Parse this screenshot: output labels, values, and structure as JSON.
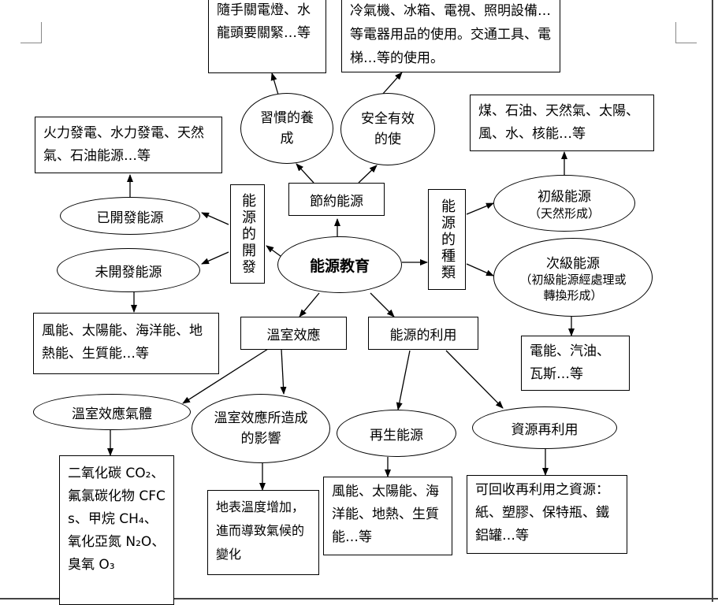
{
  "center": "能源教育",
  "habit_node": "習慣的養成",
  "safe_node": "安全有效的使",
  "habit_box": "隨手關電燈、水龍頭要關緊…等",
  "safe_box": "冷氣機、冰箱、電視、照明設備…等電器用品的使用。交通工具、電梯…等的使用。",
  "save_energy": "節約能源",
  "dev_label": "能源的開發",
  "types_label": "能源的種類",
  "developed": "已開發能源",
  "developed_box": "火力發電、水力發電、天然氣、石油能源…等",
  "undeveloped": "未開發能源",
  "undeveloped_box": "風能、太陽能、海洋能、地熱能、生質能…等",
  "primary_title": "初級能源",
  "primary_sub": "（天然形成）",
  "primary_box": "煤、石油、天然氣、太陽、風、水、核能…等",
  "secondary_title": "次級能源",
  "secondary_sub": "（初級能源經處理或轉換形成）",
  "secondary_box": "電能、汽油、瓦斯…等",
  "greenhouse": "溫室效應",
  "greenhouse_gas": "溫室效應氣體",
  "greenhouse_effect": "溫室效應所造成的影響",
  "gas_box": "二氧化碳 CO₂、氟氯碳化物 CFCs、甲烷 CH₄、氧化亞氮 N₂O、臭氧 O₃",
  "effect_box": "地表溫度增加，進而導致氣候的變化",
  "energy_use": "能源的利用",
  "renewable": "再生能源",
  "renewable_box": "風能、太陽能、海洋能、地熱、生質能…等",
  "recycle": "資源再利用",
  "recycle_box": "可回收再利用之資源：紙、塑膠、保特瓶、鐵鋁罐…等"
}
